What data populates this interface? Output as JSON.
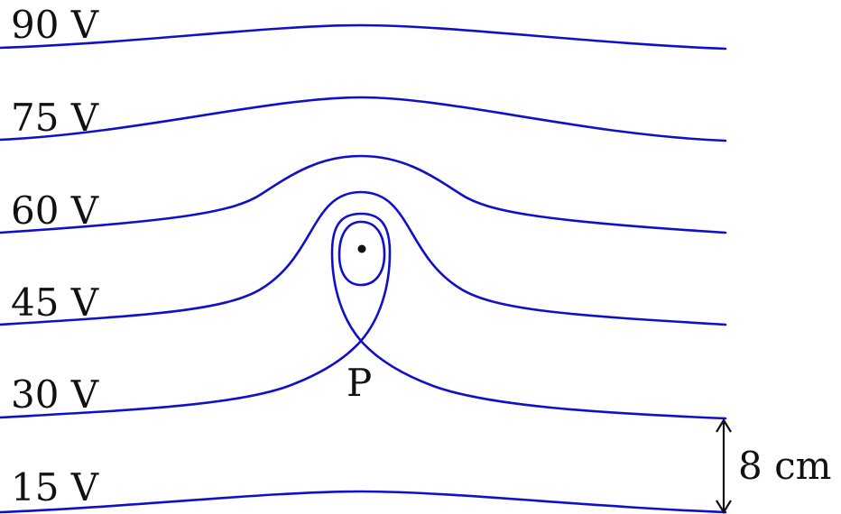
{
  "diagram": {
    "labels": {
      "v90": "90 V",
      "v75": "75 V",
      "v60": "60 V",
      "v45": "45 V",
      "v30": "30 V",
      "v15": "15 V",
      "point": "P",
      "spacing": "8 cm"
    },
    "colors": {
      "lines": "#1010cc",
      "text": "#111111"
    }
  }
}
